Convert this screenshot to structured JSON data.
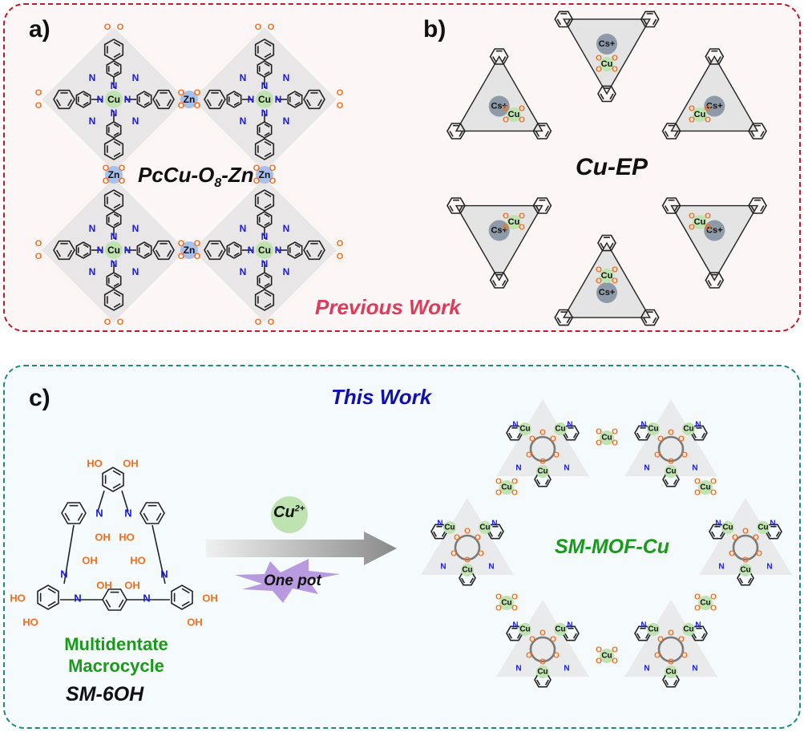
{
  "panels": {
    "top": {
      "caption": "Previous Work",
      "caption_color": "#dc3c5a",
      "border_color": "#c0182e",
      "subpanels": [
        {
          "tag": "a)",
          "title": "PcCu-O8-Zn",
          "title_main": "PcCu-O",
          "title_sub": "8",
          "title_tail": "-Zn",
          "metal_center": "Cu",
          "linker_metal": "Zn",
          "donor": "O"
        },
        {
          "tag": "b)",
          "title": "Cu-EP",
          "metal_node": "Cu",
          "cation": "Cs",
          "cation_charge": "+",
          "donor": "O"
        }
      ]
    },
    "bottom": {
      "caption": "This Work",
      "caption_color": "#1010b0",
      "border_color": "#1f8a80",
      "subpanel": {
        "tag": "c)",
        "ligand": {
          "descriptor_line1": "Multidentate",
          "descriptor_line2": "Macrocycle",
          "descriptor_color": "#1a9a1a",
          "name": "SM-6OH",
          "hydroxyl_label": "OH",
          "hydroxyl_label_rev": "HO",
          "imine_label": "N"
        },
        "reaction": {
          "reagent": "Cu",
          "reagent_charge": "2+",
          "condition": "One pot"
        },
        "product": {
          "title": "SM-MOF-Cu",
          "title_color": "#1a9a1a",
          "metal_node": "Cu",
          "donor": "O",
          "imine": "N"
        }
      }
    }
  },
  "colors": {
    "oxygen": "#f07020",
    "nitrogen": "#1a1ae6",
    "cu_circle": "#bfe3b0",
    "zn_circle": "#a9c0ea",
    "cs_circle": "#8f9aa8",
    "star": "#b89ae0"
  }
}
